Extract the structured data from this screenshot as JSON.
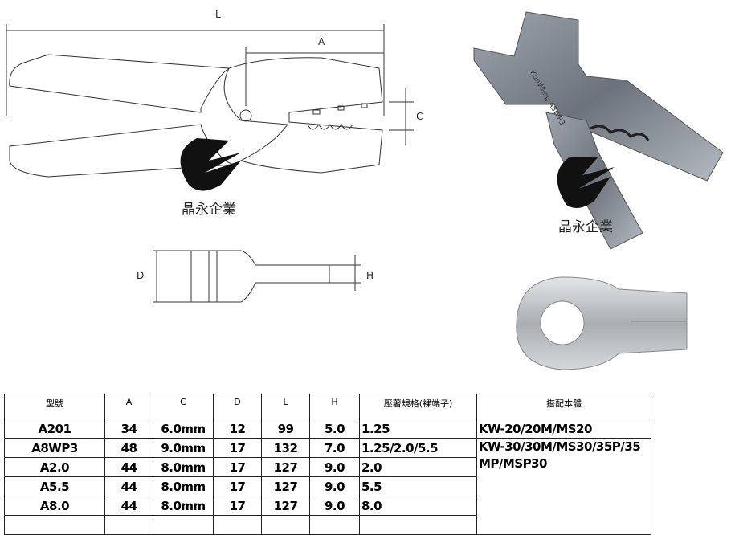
{
  "drawing": {
    "dim_L": "L",
    "dim_A": "A",
    "dim_C": "C",
    "dim_D": "D",
    "dim_H": "H"
  },
  "brand": {
    "name": "晶永企業",
    "name_photo": "晶永企業"
  },
  "photo_tool_marking": "KunWang A8WP3",
  "table": {
    "headers": [
      "型號",
      "A",
      "C",
      "D",
      "L",
      "H",
      "壓著規格(裸端子)",
      "搭配本體"
    ],
    "rows": [
      {
        "model": "A201",
        "A": "34",
        "C": "6.0mm",
        "D": "12",
        "L": "99",
        "H": "5.0",
        "spec": "1.25"
      },
      {
        "model": "A8WP3",
        "A": "48",
        "C": "9.0mm",
        "D": "17",
        "L": "132",
        "H": "7.0",
        "spec": "1.25/2.0/5.5"
      },
      {
        "model": "A2.0",
        "A": "44",
        "C": "8.0mm",
        "D": "17",
        "L": "127",
        "H": "9.0",
        "spec": "2.0"
      },
      {
        "model": "A5.5",
        "A": "44",
        "C": "8.0mm",
        "D": "17",
        "L": "127",
        "H": "9.0",
        "spec": "5.5"
      },
      {
        "model": "A8.0",
        "A": "44",
        "C": "8.0mm",
        "D": "17",
        "L": "127",
        "H": "9.0",
        "spec": "8.0"
      }
    ],
    "body_1": "KW-20/20M/MS20",
    "body_2": "KW-30/30M/MS30/35P/35MP/MSP30"
  }
}
